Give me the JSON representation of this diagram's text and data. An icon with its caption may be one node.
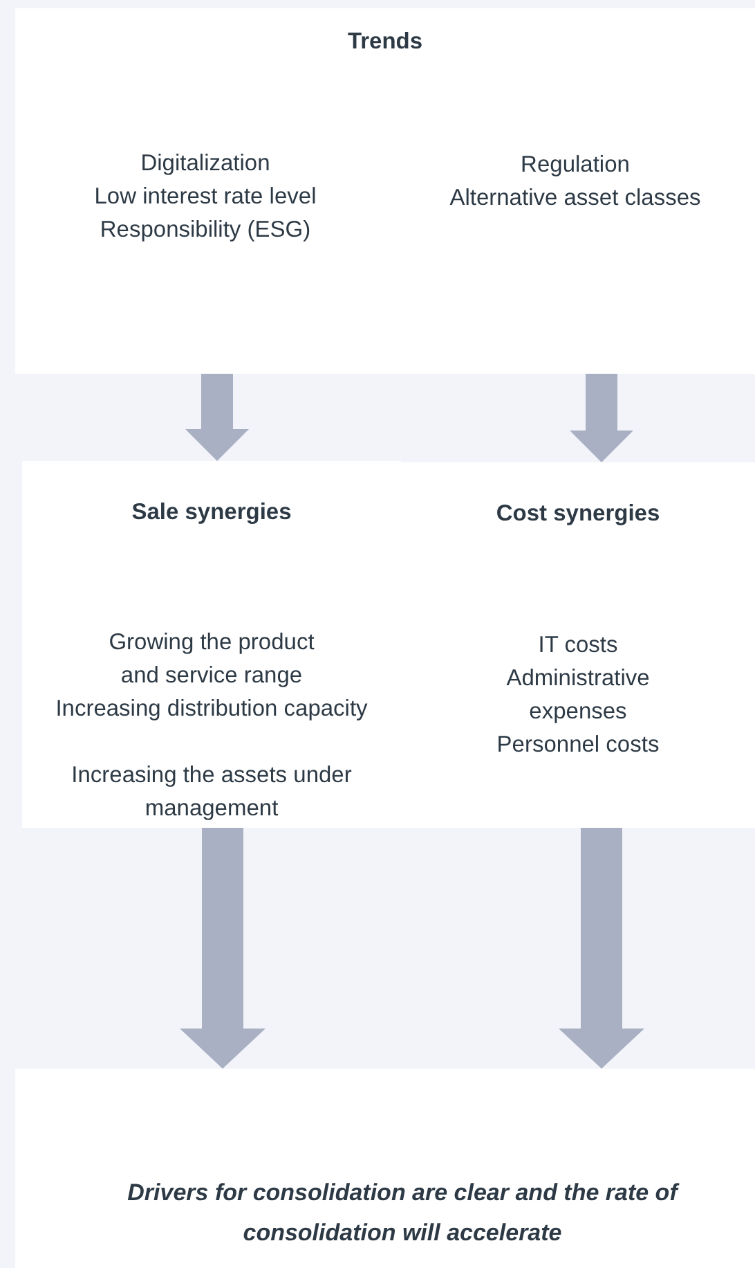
{
  "diagram": {
    "nodes": [
      {
        "text": [
          "Trends",
          "Digitalization",
          "Low interest rate level",
          "Responsibility (ESG)",
          "Regulation",
          "Alternative asset classes"
        ]
      },
      {
        "text": [
          "Sale synergies",
          "Growing the product and service range",
          "Increasing distribution capacity",
          "Increasing the assets under management"
        ]
      },
      {
        "text": [
          "Cost synergies",
          "IT costs",
          "Administrative expenses",
          "Personnel costs"
        ]
      },
      {
        "text": [
          "Drivers for consolidation are clear and the rate of consolidation will accelerate"
        ]
      }
    ],
    "edges": [
      {
        "from": 0,
        "to": 1,
        "arrow": "to"
      },
      {
        "from": 0,
        "to": 2,
        "arrow": "to"
      },
      {
        "from": 1,
        "to": 3,
        "arrow": "to"
      },
      {
        "from": 2,
        "to": 3,
        "arrow": "to"
      }
    ]
  }
}
